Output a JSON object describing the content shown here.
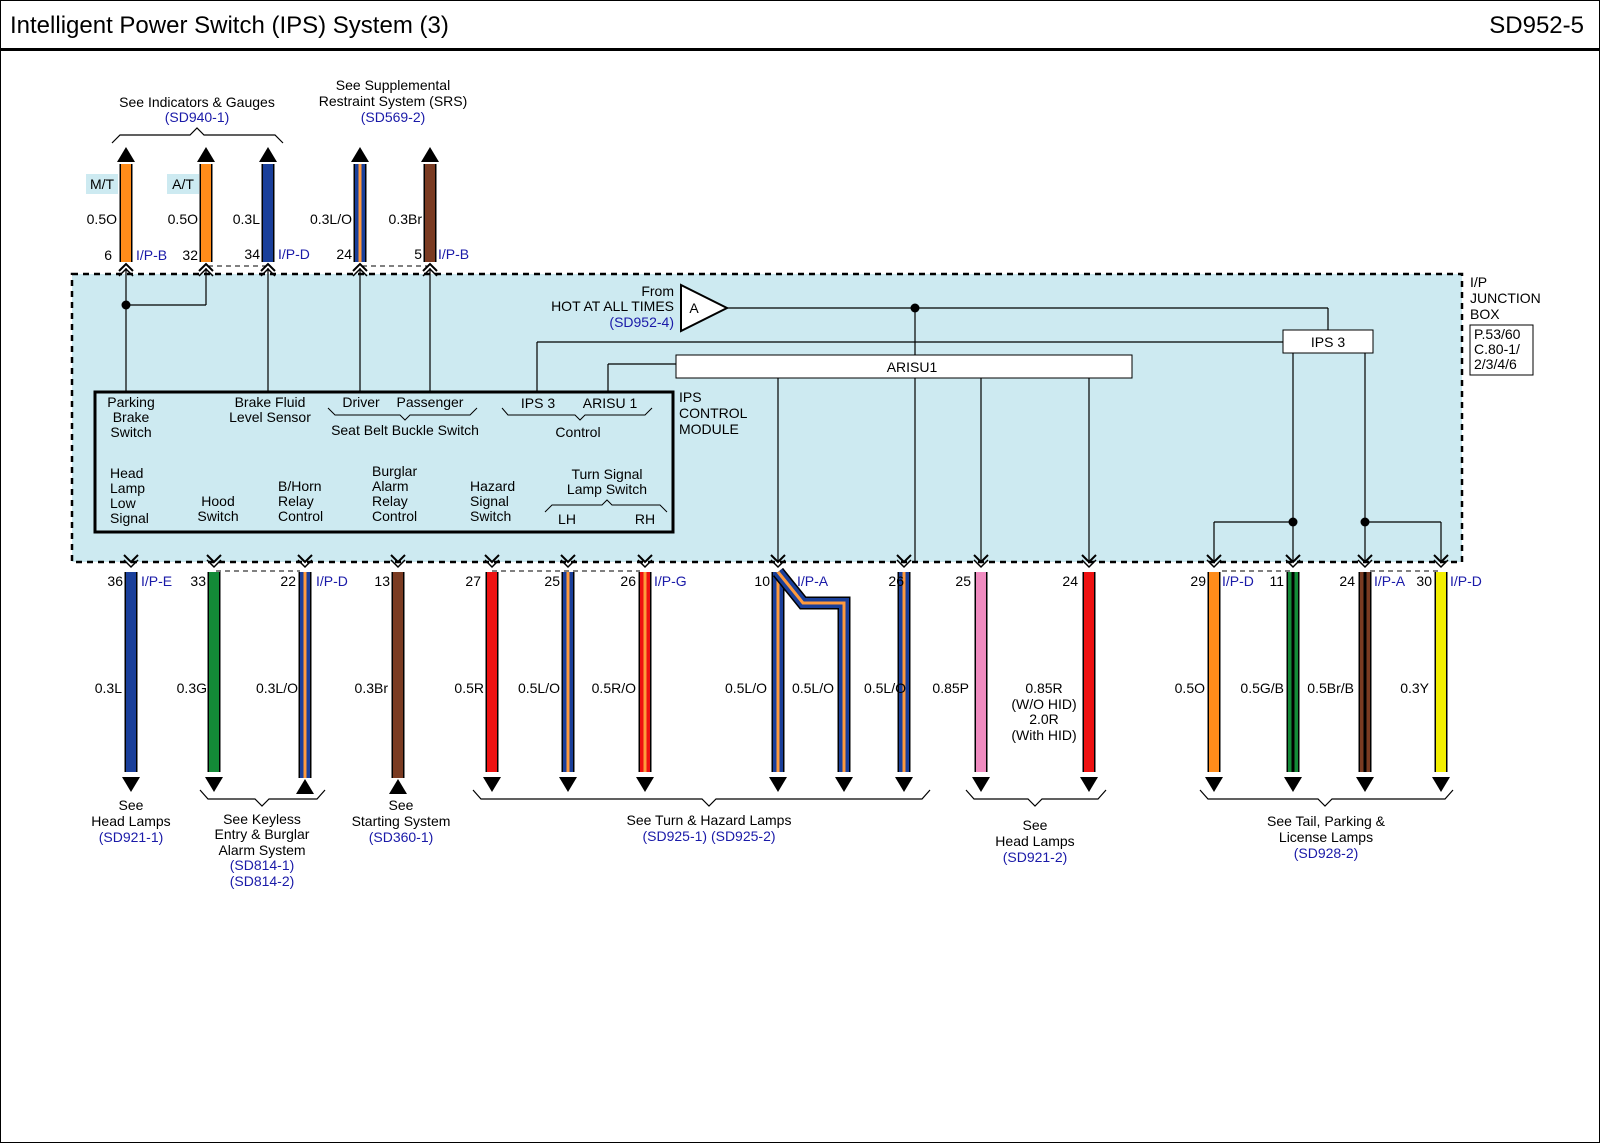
{
  "header": {
    "title": "Intelligent Power Switch (IPS) System (3)",
    "code": "SD952-5"
  },
  "colors": {
    "junction_fill": "#cdeaf1",
    "L": "#1a3f9a",
    "O": "#ff8c1a",
    "Br": "#7a3b22",
    "G": "#138a37",
    "R": "#ee1111",
    "P": "#f08bc0",
    "Y": "#f2ee00",
    "stripe_O": "#ff9a3c",
    "stripe_B": "#000000",
    "link": "#1a1aa8",
    "tag_fill": "#cdeaf1"
  },
  "junction_box": {
    "label_lines": [
      "I/P",
      "JUNCTION",
      "BOX"
    ],
    "page_ref_lines": [
      "P.53/60",
      "C.80-1/",
      "2/3/4/6"
    ]
  },
  "module": {
    "label_lines": [
      "IPS",
      "CONTROL",
      "MODULE"
    ],
    "parking_brake": [
      "Parking",
      "Brake",
      "Switch"
    ],
    "brake_fluid": [
      "Brake Fluid",
      "Level Sensor"
    ],
    "driver": "Driver",
    "passenger": "Passenger",
    "seat_belt": "Seat Belt Buckle Switch",
    "ips3": "IPS 3",
    "arisu1": "ARISU 1",
    "control": "Control",
    "head_lamp_low": [
      "Head",
      "Lamp",
      "Low",
      "Signal"
    ],
    "hood_switch": [
      "Hood",
      "Switch"
    ],
    "bhorn": [
      "B/Horn",
      "Relay",
      "Control"
    ],
    "burglar": [
      "Burglar",
      "Alarm",
      "Relay",
      "Control"
    ],
    "hazard": [
      "Hazard",
      "Signal",
      "Switch"
    ],
    "turn_signal": [
      "Turn Signal",
      "Lamp Switch"
    ],
    "lh": "LH",
    "rh": "RH"
  },
  "source": {
    "from": "From",
    "hot": "HOT AT ALL TIMES",
    "ref": "(SD952-4)",
    "letter": "A",
    "ips3_box": "IPS 3",
    "arisu1_box": "ARISU1"
  },
  "top_groups": {
    "indicators": {
      "text": "See Indicators & Gauges",
      "ref": "(SD940-1)"
    },
    "srs": {
      "lines": [
        "See Supplemental",
        "Restraint System (SRS)"
      ],
      "ref": "(SD569-2)"
    }
  },
  "top_wires": [
    {
      "pin": "6",
      "size": "0.5O",
      "tag": "M/T",
      "connector": "I/P-B",
      "color": "O",
      "stripe": ""
    },
    {
      "pin": "32",
      "size": "0.5O",
      "tag": "A/T",
      "connector": "",
      "color": "O",
      "stripe": ""
    },
    {
      "pin": "34",
      "size": "0.3L",
      "tag": "",
      "connector": "I/P-D",
      "color": "L",
      "stripe": ""
    },
    {
      "pin": "24",
      "size": "0.3L/O",
      "tag": "",
      "connector": "",
      "color": "L",
      "stripe": "O"
    },
    {
      "pin": "5",
      "size": "0.3Br",
      "tag": "",
      "connector": "I/P-B",
      "color": "Br",
      "stripe": ""
    }
  ],
  "bottom_wires": [
    {
      "pin": "36",
      "size": "0.3L",
      "connector": "I/P-E",
      "color": "L",
      "stripe": ""
    },
    {
      "pin": "33",
      "size": "0.3G",
      "connector": "",
      "color": "G",
      "stripe": ""
    },
    {
      "pin": "22",
      "size": "0.3L/O",
      "connector": "I/P-D",
      "color": "L",
      "stripe": "O"
    },
    {
      "pin": "13",
      "size": "0.3Br",
      "connector": "",
      "color": "Br",
      "stripe": ""
    },
    {
      "pin": "27",
      "size": "0.5R",
      "connector": "",
      "color": "R",
      "stripe": ""
    },
    {
      "pin": "25",
      "size": "0.5L/O",
      "connector": "",
      "color": "L",
      "stripe": "O"
    },
    {
      "pin": "26",
      "size": "0.5R/O",
      "connector": "I/P-G",
      "color": "R",
      "stripe": "O"
    },
    {
      "pin": "10",
      "size": "0.5L/O",
      "size2": "0.5L/O",
      "connector": "I/P-A",
      "color": "L",
      "stripe": "O"
    },
    {
      "pin": "26",
      "size": "0.5L/O",
      "connector": "",
      "color": "L",
      "stripe": "O"
    },
    {
      "pin": "25",
      "size": "0.85P",
      "connector": "",
      "color": "P",
      "stripe": ""
    },
    {
      "pin": "24",
      "size_lines": [
        "0.85R",
        "(W/O HID)",
        "2.0R",
        "(With HID)"
      ],
      "connector": "",
      "color": "R",
      "stripe": ""
    },
    {
      "pin": "29",
      "size": "0.5O",
      "connector": "I/P-D",
      "color": "O",
      "stripe": ""
    },
    {
      "pin": "11",
      "size": "0.5G/B",
      "connector": "",
      "color": "G",
      "stripe": "B"
    },
    {
      "pin": "24",
      "size": "0.5Br/B",
      "connector": "I/P-A",
      "color": "Br",
      "stripe": "B"
    },
    {
      "pin": "30",
      "size": "0.3Y",
      "connector": "I/P-D",
      "color": "Y",
      "stripe": ""
    }
  ],
  "bottom_refs": {
    "head_lamps_1": {
      "lines": [
        "See",
        "Head Lamps"
      ],
      "ref": "(SD921-1)"
    },
    "keyless": {
      "lines": [
        "See Keyless",
        "Entry & Burglar",
        "Alarm System"
      ],
      "refs": [
        "(SD814-1)",
        "(SD814-2)"
      ]
    },
    "starting": {
      "lines": [
        "See",
        "Starting System"
      ],
      "ref": "(SD360-1)"
    },
    "turn_hazard": {
      "text": "See Turn & Hazard Lamps",
      "ref": "(SD925-1) (SD925-2)"
    },
    "head_lamps_2": {
      "lines": [
        "See",
        "Head Lamps"
      ],
      "ref": "(SD921-2)"
    },
    "tail": {
      "lines": [
        "See Tail, Parking &",
        "License Lamps"
      ],
      "ref": "(SD928-2)"
    }
  }
}
